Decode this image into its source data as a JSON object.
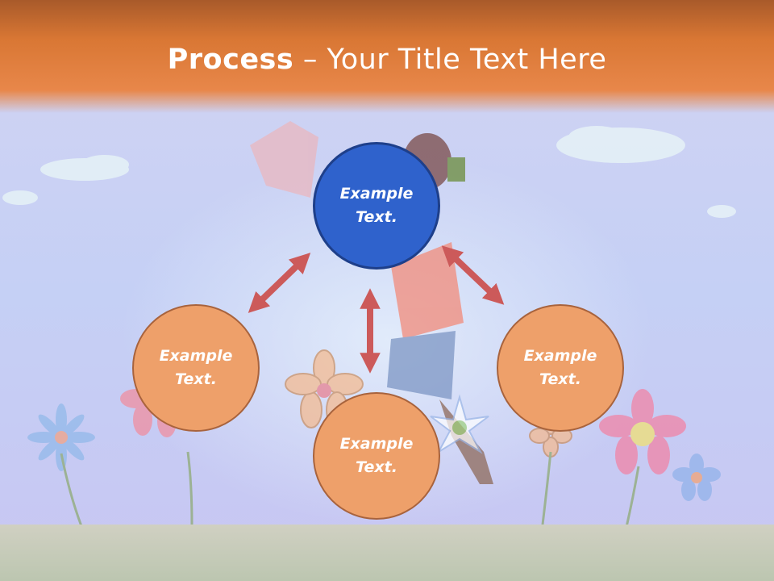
{
  "slide": {
    "title_bold": "Process",
    "title_rest": " – Your Title Text Here"
  },
  "diagram": {
    "center": {
      "label": "Example Text."
    },
    "left": {
      "label": "Example Text."
    },
    "bottom": {
      "label": "Example Text."
    },
    "right": {
      "label": "Example Text."
    }
  },
  "colors": {
    "header": "#e07a35",
    "sky": "#c5cef3",
    "node_fill": "#eea06a",
    "node_border": "#a8633d",
    "center_fill": "#2f62cc",
    "center_border": "#1e3f8a",
    "arrow": "#cc5a5a",
    "ground": "#c9cdb9"
  }
}
